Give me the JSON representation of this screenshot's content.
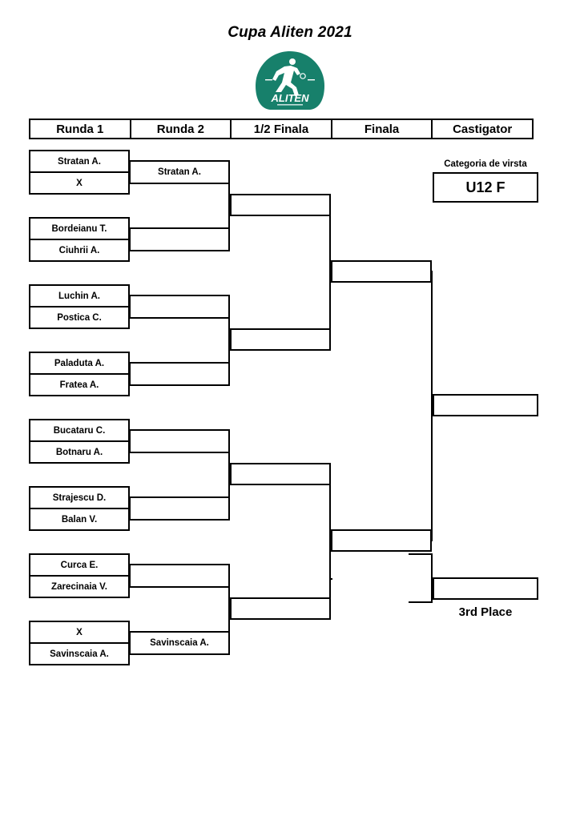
{
  "title": "Cupa Aliten 2021",
  "logo": {
    "name": "aliten-logo",
    "wordmark": "ALITEN",
    "color": "#17806b"
  },
  "round_headers": [
    "Runda 1",
    "Runda 2",
    "1/2 Finala",
    "Finala",
    "Castigator"
  ],
  "category": {
    "label": "Categoria de virsta",
    "value": "U12 F"
  },
  "third_place": {
    "label": "3rd Place",
    "value": ""
  },
  "bracket": {
    "round1": [
      {
        "top": "Stratan A.",
        "bottom": "X"
      },
      {
        "top": "Bordeianu T.",
        "bottom": "Ciuhrii A."
      },
      {
        "top": "Luchin A.",
        "bottom": "Postica C."
      },
      {
        "top": "Paladuta A.",
        "bottom": "Fratea A."
      },
      {
        "top": "Bucataru C.",
        "bottom": "Botnaru A."
      },
      {
        "top": "Strajescu D.",
        "bottom": "Balan V."
      },
      {
        "top": "Curca E.",
        "bottom": "Zarecinaia V."
      },
      {
        "top": "X",
        "bottom": "Savinscaia A."
      }
    ],
    "round2": [
      "Stratan A.",
      "",
      "",
      "",
      "",
      "",
      "",
      "Savinscaia A."
    ],
    "semifinal_feeders": [
      "",
      "",
      "",
      ""
    ],
    "final_feeders": [
      "",
      ""
    ],
    "winner": ""
  }
}
